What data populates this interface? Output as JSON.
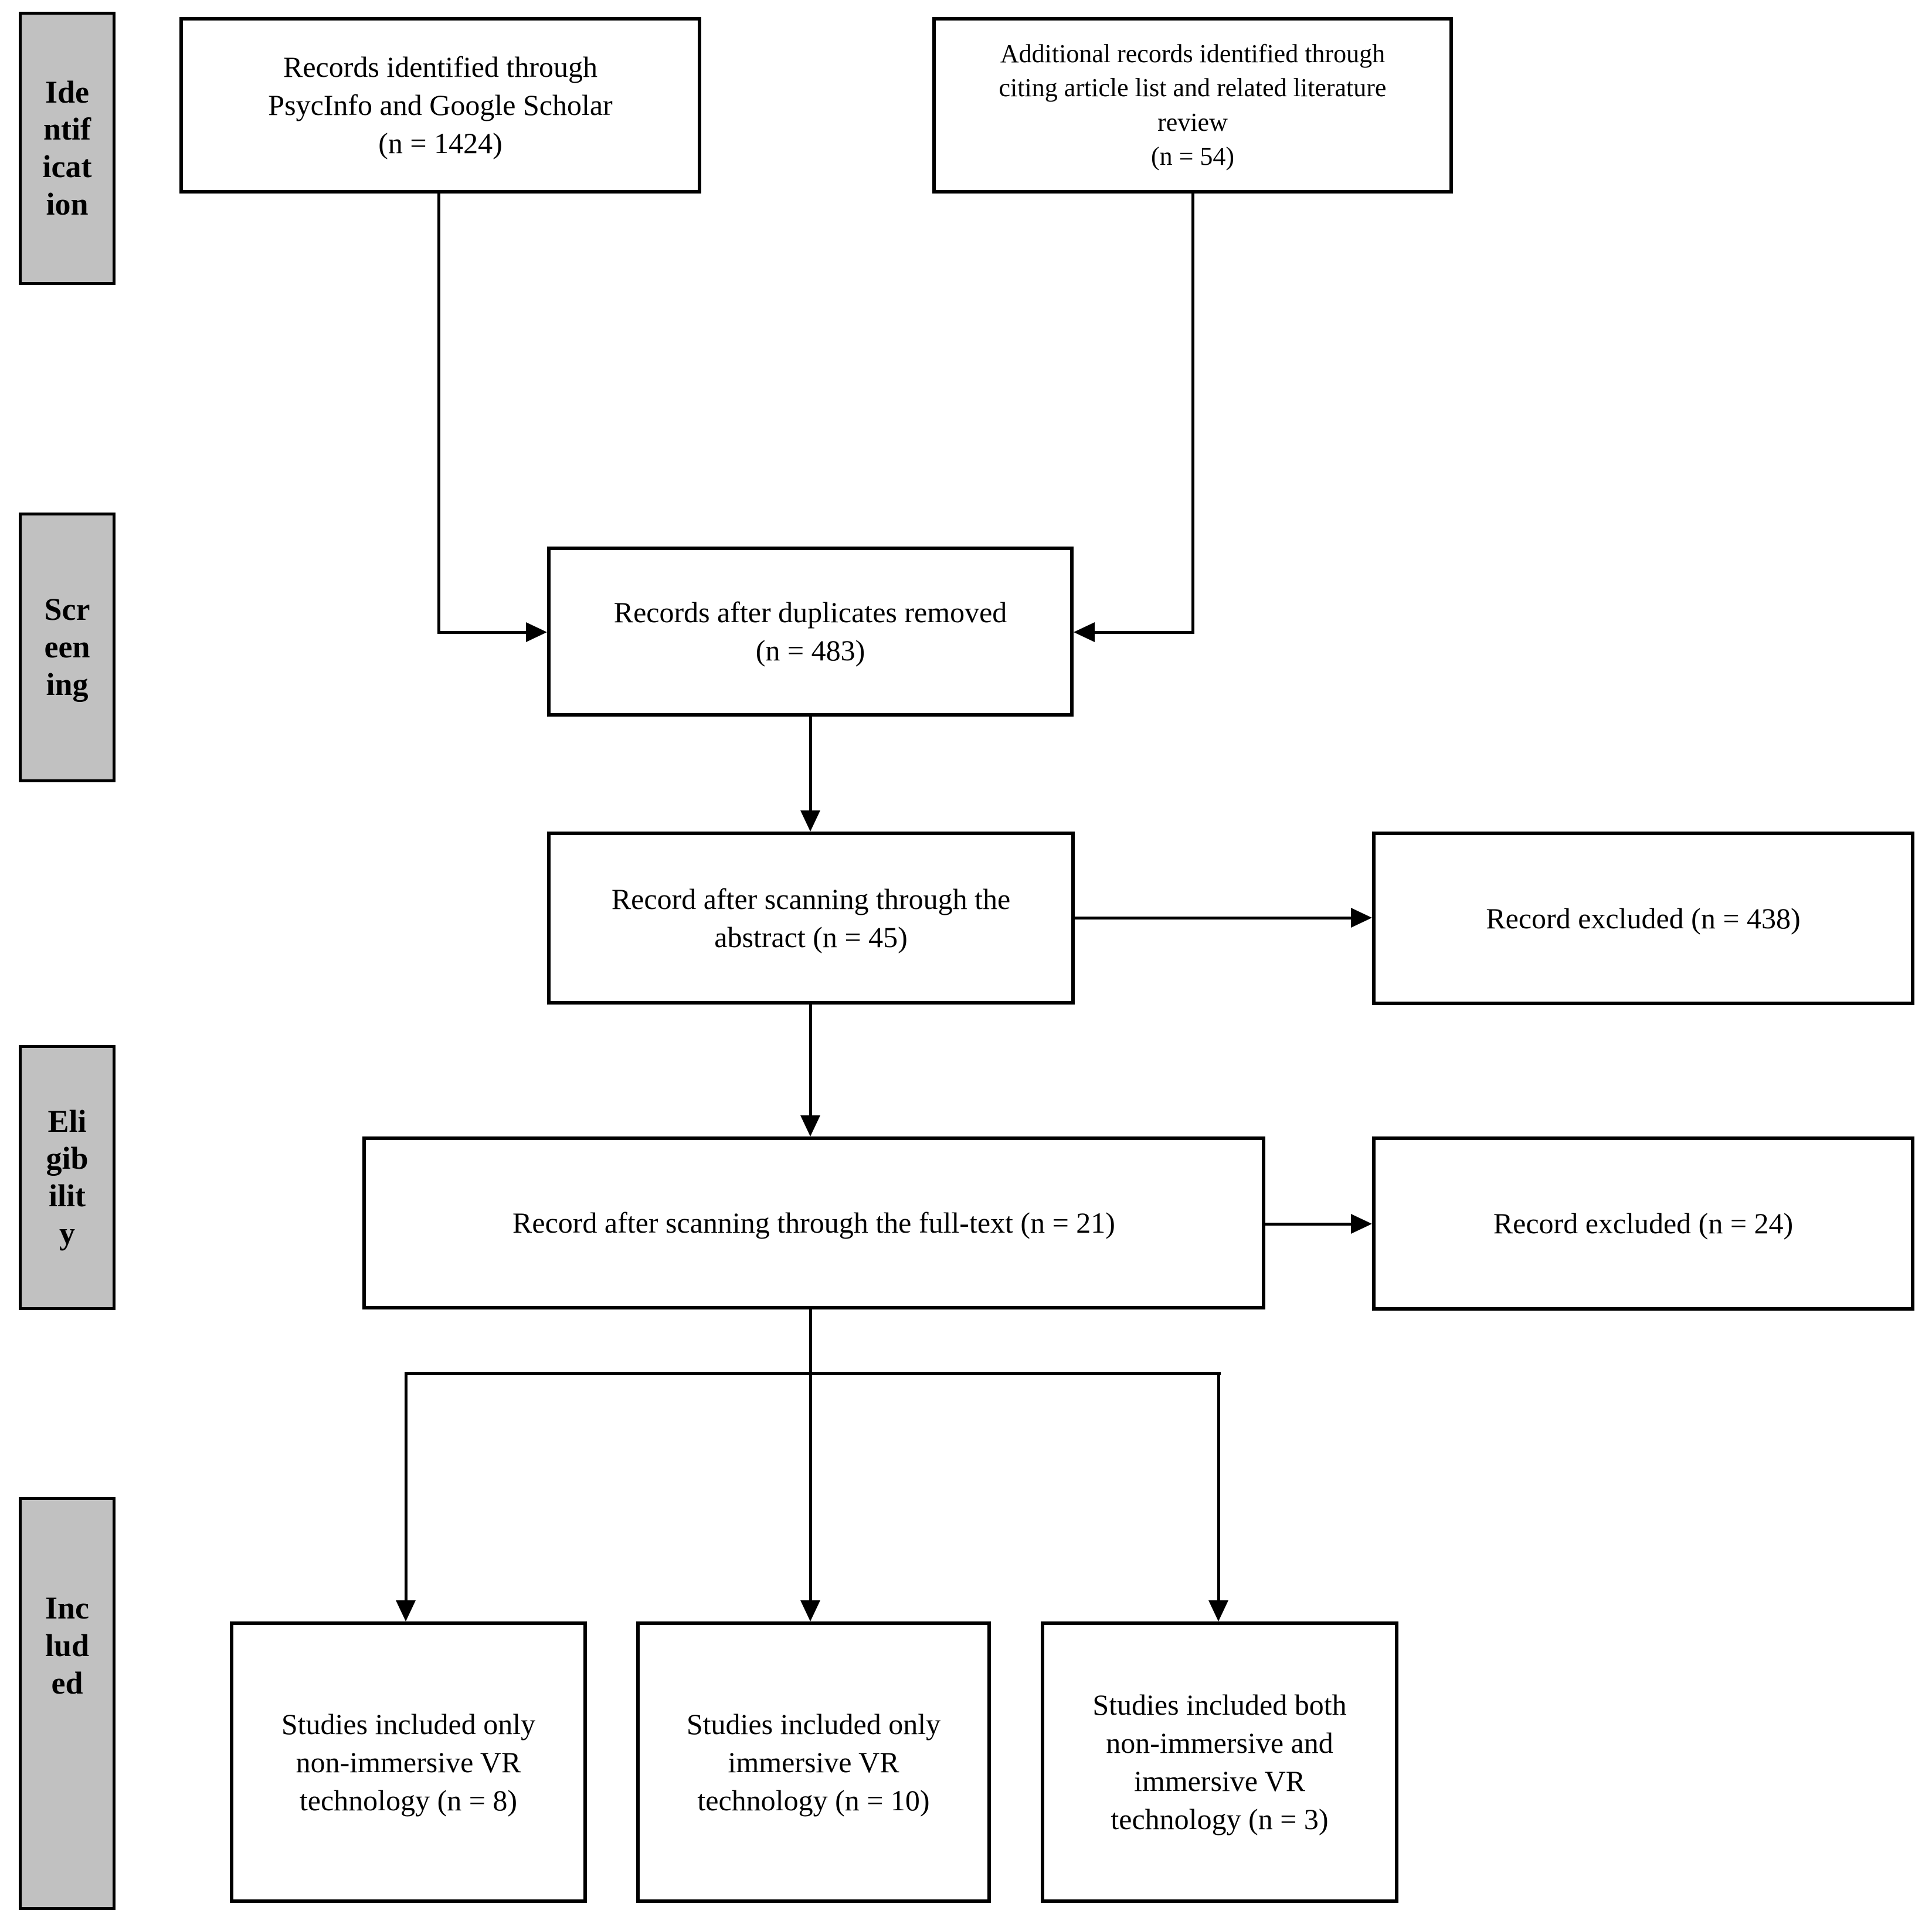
{
  "colors": {
    "background": "#ffffff",
    "stage_fill": "#c1c1c1",
    "border": "#000000",
    "text": "#000000"
  },
  "stages": {
    "identification": {
      "label": "Ide\nntif\nicat\nion",
      "word": "Identification"
    },
    "screening": {
      "label": "Scr\neen\ning",
      "word": "Screening"
    },
    "eligibility": {
      "label": "Eli\ngib\nilit\ny",
      "word": "Eligibility"
    },
    "included": {
      "label": "Inc\nlud\ned",
      "word": "Included"
    }
  },
  "nodes": {
    "records_identified": {
      "text": "Records identified through\nPsycInfo and Google Scholar\n(n = 1424)",
      "n": 1424
    },
    "additional_records": {
      "text": "Additional records identified through\nciting article list and related literature\nreview\n(n = 54)",
      "n": 54
    },
    "duplicates_removed": {
      "text": "Records after duplicates removed\n(n = 483)",
      "n": 483
    },
    "abstract_screened": {
      "text": "Record after scanning through the\nabstract (n = 45)",
      "n": 45
    },
    "excluded_abstract": {
      "text": "Record excluded (n = 438)",
      "n": 438
    },
    "fulltext_screened": {
      "text": "Record after scanning through the full-text (n = 21)",
      "n": 21
    },
    "excluded_fulltext": {
      "text": "Record excluded (n = 24)",
      "n": 24
    },
    "included_non_immersive": {
      "text": "Studies included only\nnon-immersive VR\ntechnology (n = 8)",
      "n": 8
    },
    "included_immersive": {
      "text": "Studies included only\nimmersive VR\ntechnology (n = 10)",
      "n": 10
    },
    "included_both": {
      "text": "Studies included both\nnon-immersive and\nimmersive VR\ntechnology (n = 3)",
      "n": 3
    }
  },
  "edges": [
    {
      "from": "records_identified",
      "to": "duplicates_removed"
    },
    {
      "from": "additional_records",
      "to": "duplicates_removed"
    },
    {
      "from": "duplicates_removed",
      "to": "abstract_screened"
    },
    {
      "from": "abstract_screened",
      "to": "excluded_abstract"
    },
    {
      "from": "abstract_screened",
      "to": "fulltext_screened"
    },
    {
      "from": "fulltext_screened",
      "to": "excluded_fulltext"
    },
    {
      "from": "fulltext_screened",
      "to": "included_non_immersive"
    },
    {
      "from": "fulltext_screened",
      "to": "included_immersive"
    },
    {
      "from": "fulltext_screened",
      "to": "included_both"
    }
  ]
}
